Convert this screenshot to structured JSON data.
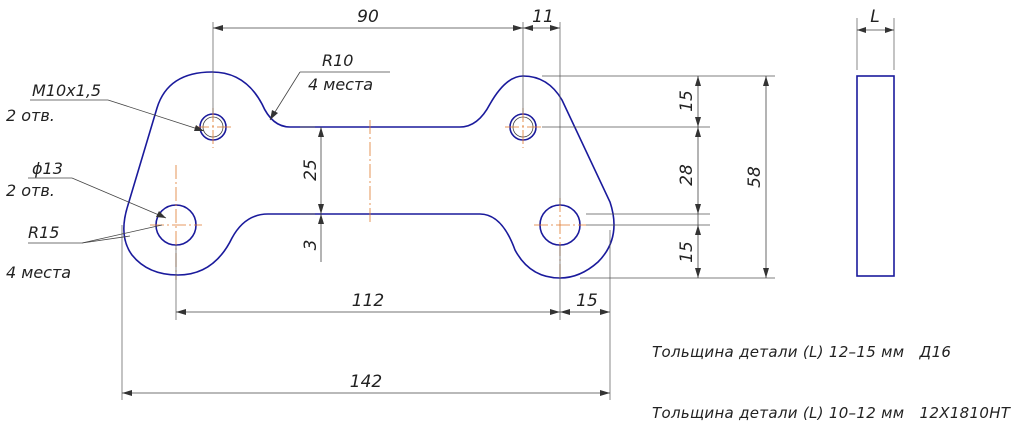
{
  "dimensions": {
    "width_top": "90",
    "width_top_right": "11",
    "height_left_mid": "25",
    "height_left_low": "3",
    "height_right_top": "15",
    "height_right_mid": "28",
    "height_right_low": "15",
    "height_total": "58",
    "width_bottom": "112",
    "width_bottom_right": "15",
    "width_total": "142",
    "thickness": "L"
  },
  "callouts": {
    "thread": {
      "line1": "М10х1,5",
      "line2": "2 отв."
    },
    "hole": {
      "line1": "ϕ13",
      "line2": "2 отв."
    },
    "fillet_inner": {
      "line1": "R10",
      "line2": "4 места"
    },
    "fillet_outer": {
      "line1": "R15",
      "line2": "4 места"
    }
  },
  "specs": [
    "Тольщина детали (L) 12–15 мм   Д16",
    "Тольщина детали (L) 10–12 мм   12Х1810НТ"
  ],
  "colors": {
    "outline": "#1a1a9c",
    "center_lines": "#e07a2f",
    "dimension_lines": "#444444"
  }
}
